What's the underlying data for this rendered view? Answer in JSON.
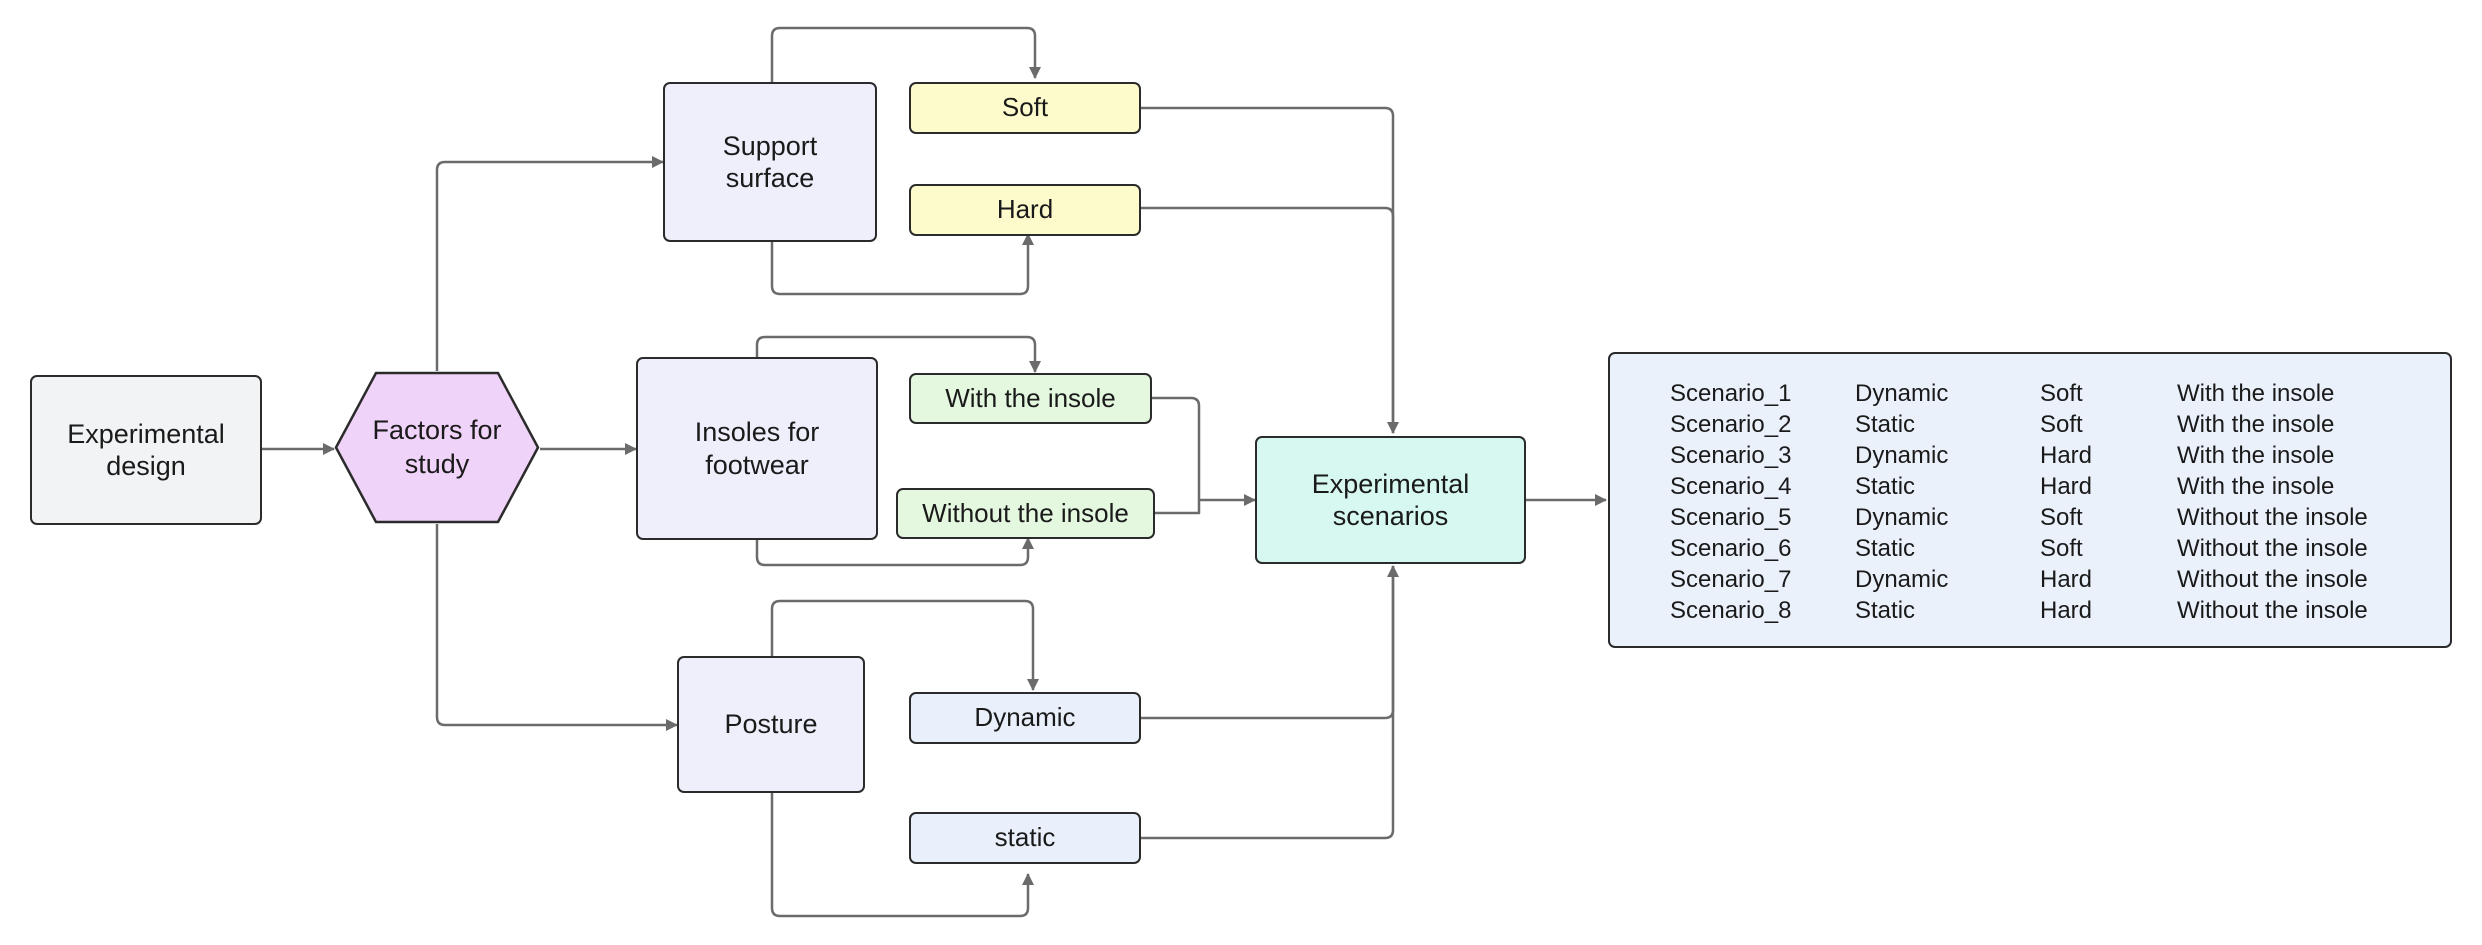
{
  "nodes": {
    "experimental_design": "Experimental\ndesign",
    "factors_for_study": "Factors for\nstudy",
    "support_surface": "Support\nsurface",
    "insoles_for_footwear": "Insoles for\nfootwear",
    "posture": "Posture",
    "soft": "Soft",
    "hard": "Hard",
    "with_insole": "With the insole",
    "without_insole": "Without the insole",
    "dynamic": "Dynamic",
    "static": "static",
    "experimental_scenarios": "Experimental\nscenarios"
  },
  "scenarios": [
    {
      "name": "Scenario_1",
      "posture": "Dynamic",
      "surface": "Soft",
      "insole": "With the insole"
    },
    {
      "name": "Scenario_2",
      "posture": "Static",
      "surface": "Soft",
      "insole": "With the insole"
    },
    {
      "name": "Scenario_3",
      "posture": "Dynamic",
      "surface": "Hard",
      "insole": "With the insole"
    },
    {
      "name": "Scenario_4",
      "posture": "Static",
      "surface": "Hard",
      "insole": "With the insole"
    },
    {
      "name": "Scenario_5",
      "posture": "Dynamic",
      "surface": "Soft",
      "insole": "Without the insole"
    },
    {
      "name": "Scenario_6",
      "posture": "Static",
      "surface": "Soft",
      "insole": "Without the insole"
    },
    {
      "name": "Scenario_7",
      "posture": "Dynamic",
      "surface": "Hard",
      "insole": "Without the insole"
    },
    {
      "name": "Scenario_8",
      "posture": "Static",
      "surface": "Hard",
      "insole": "Without the insole"
    }
  ],
  "colors": {
    "connector": "#6b6b6b",
    "border": "#2b2b2b",
    "design_fill": "#f2f3f4",
    "factor_fill": "#f0d3f8",
    "category_fill": "#efeffc",
    "surface_option_fill": "#fdfbcc",
    "insole_option_fill": "#e4f8e0",
    "posture_option_fill": "#e9f0fb",
    "scenarios_fill": "#d6f8f1",
    "table_fill": "#ebf1fb"
  }
}
